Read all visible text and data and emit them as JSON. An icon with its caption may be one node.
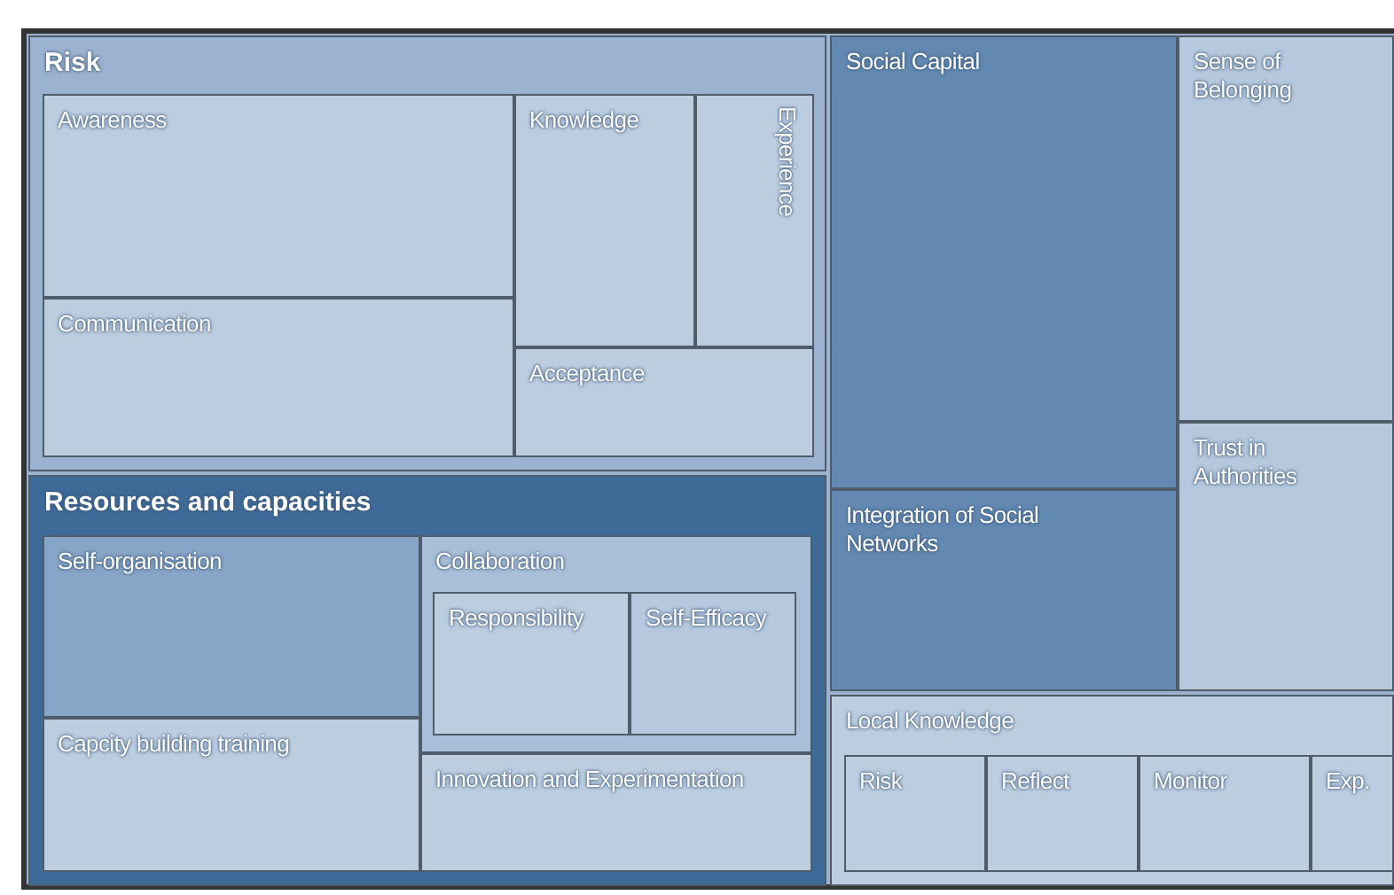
{
  "diagram": {
    "nodes": [
      {
        "text": [
          "Risk"
        ]
      },
      {
        "text": [
          "Awareness"
        ],
        "in": 0
      },
      {
        "text": [
          "Communication"
        ],
        "in": 0
      },
      {
        "text": [
          "Knowledge"
        ],
        "in": 0
      },
      {
        "text": [
          "Experience"
        ],
        "in": 0
      },
      {
        "text": [
          "Acceptance"
        ],
        "in": 0
      },
      {
        "text": [
          "Resources and capacities"
        ]
      },
      {
        "text": [
          "Self-organisation"
        ],
        "in": 6
      },
      {
        "text": [
          "Capcity building training"
        ],
        "in": 6
      },
      {
        "text": [
          "Collaboration"
        ],
        "in": 6
      },
      {
        "text": [
          "Responsibility"
        ],
        "in": 9
      },
      {
        "text": [
          "Self-Efficacy"
        ],
        "in": 9
      },
      {
        "text": [
          "Innovation and Experimentation"
        ],
        "in": 6
      },
      {
        "text": [
          "Social Capital"
        ]
      },
      {
        "text": [
          "Integration of Social Networks"
        ]
      },
      {
        "text": [
          "Sense of Belonging"
        ]
      },
      {
        "text": [
          "Trust in Authorities"
        ]
      },
      {
        "text": [
          "Local Knowledge"
        ]
      },
      {
        "text": [
          "Risk"
        ],
        "in": 17
      },
      {
        "text": [
          "Reflect"
        ],
        "in": 17
      },
      {
        "text": [
          "Monitor"
        ],
        "in": 17
      },
      {
        "text": [
          "Exp."
        ],
        "in": 17
      }
    ]
  }
}
